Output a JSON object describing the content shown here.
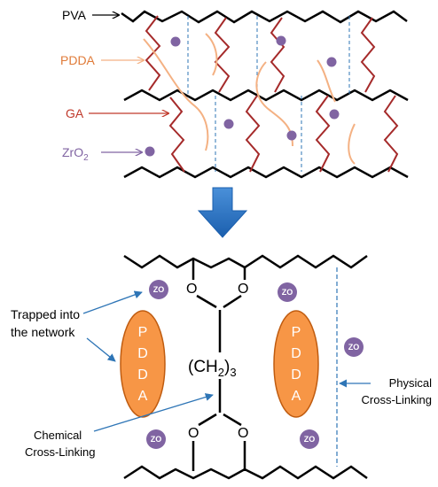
{
  "top_panel": {
    "legend": {
      "pva": "PVA",
      "pdda": "PDDA",
      "ga": "GA",
      "zro2_base": "ZrO",
      "zro2_sub": "2"
    }
  },
  "bottom_panel": {
    "zo_label": "ZO",
    "pdda_letters": [
      "P",
      "D",
      "D",
      "A"
    ],
    "oxygen_label": "O",
    "linker_prefix": "(CH",
    "linker_sub1": "2",
    "linker_close": ")",
    "linker_sub2": "3",
    "trapped_line1": "Trapped into",
    "trapped_line2": "the network",
    "physical_line1": "Physical",
    "physical_line2": "Cross-Linking",
    "chemical_line1": "Chemical",
    "chemical_line2": "Cross-Linking"
  },
  "colors": {
    "pva": "#000000",
    "pdda_line": "#f4b183",
    "pdda_ellipse_fill": "#f79646",
    "pdda_ellipse_stroke": "#c05c10",
    "ga": "#a52a2a",
    "zro2": "#8064a2",
    "physical_dash": "#2e75b6",
    "arrow_blue": "#2e75b6",
    "down_arrow": "#1f6fc0"
  }
}
